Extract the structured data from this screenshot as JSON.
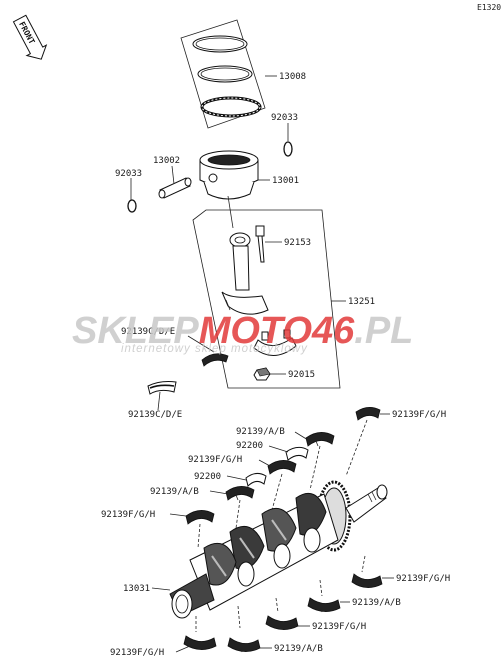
{
  "diagram_code": "E1320",
  "front_label": "FRONT",
  "watermark": {
    "brand_part1": "SKLEP",
    "brand_part2": "MOTO",
    "brand_part3": "46",
    "brand_part4": ".PL",
    "tagline": "internetowy sklep motocyklowy",
    "colors": {
      "grey": "#c8c8c8",
      "red": "#e23a3a"
    }
  },
  "callouts": [
    {
      "id": "13008",
      "text": "13008"
    },
    {
      "id": "92033a",
      "text": "92033"
    },
    {
      "id": "13002",
      "text": "13002"
    },
    {
      "id": "92033b",
      "text": "92033"
    },
    {
      "id": "13001",
      "text": "13001"
    },
    {
      "id": "92153",
      "text": "92153"
    },
    {
      "id": "13251",
      "text": "13251"
    },
    {
      "id": "92139cde_a",
      "text": "92139C/D/E"
    },
    {
      "id": "92015",
      "text": "92015"
    },
    {
      "id": "92139cde_b",
      "text": "92139C/D/E"
    },
    {
      "id": "92139fgh_a",
      "text": "92139F/G/H"
    },
    {
      "id": "92139ab_a",
      "text": "92139/A/B"
    },
    {
      "id": "92200a",
      "text": "92200"
    },
    {
      "id": "92139fgh_b",
      "text": "92139F/G/H"
    },
    {
      "id": "92200b",
      "text": "92200"
    },
    {
      "id": "92139ab_b",
      "text": "92139/A/B"
    },
    {
      "id": "92139fgh_c",
      "text": "92139F/G/H"
    },
    {
      "id": "13031",
      "text": "13031"
    },
    {
      "id": "92139fgh_d",
      "text": "92139F/G/H"
    },
    {
      "id": "92139ab_c",
      "text": "92139/A/B"
    },
    {
      "id": "92139fgh_e",
      "text": "92139F/G/H"
    },
    {
      "id": "92139fgh_f",
      "text": "92139F/G/H"
    },
    {
      "id": "92139ab_d",
      "text": "92139/A/B"
    }
  ]
}
